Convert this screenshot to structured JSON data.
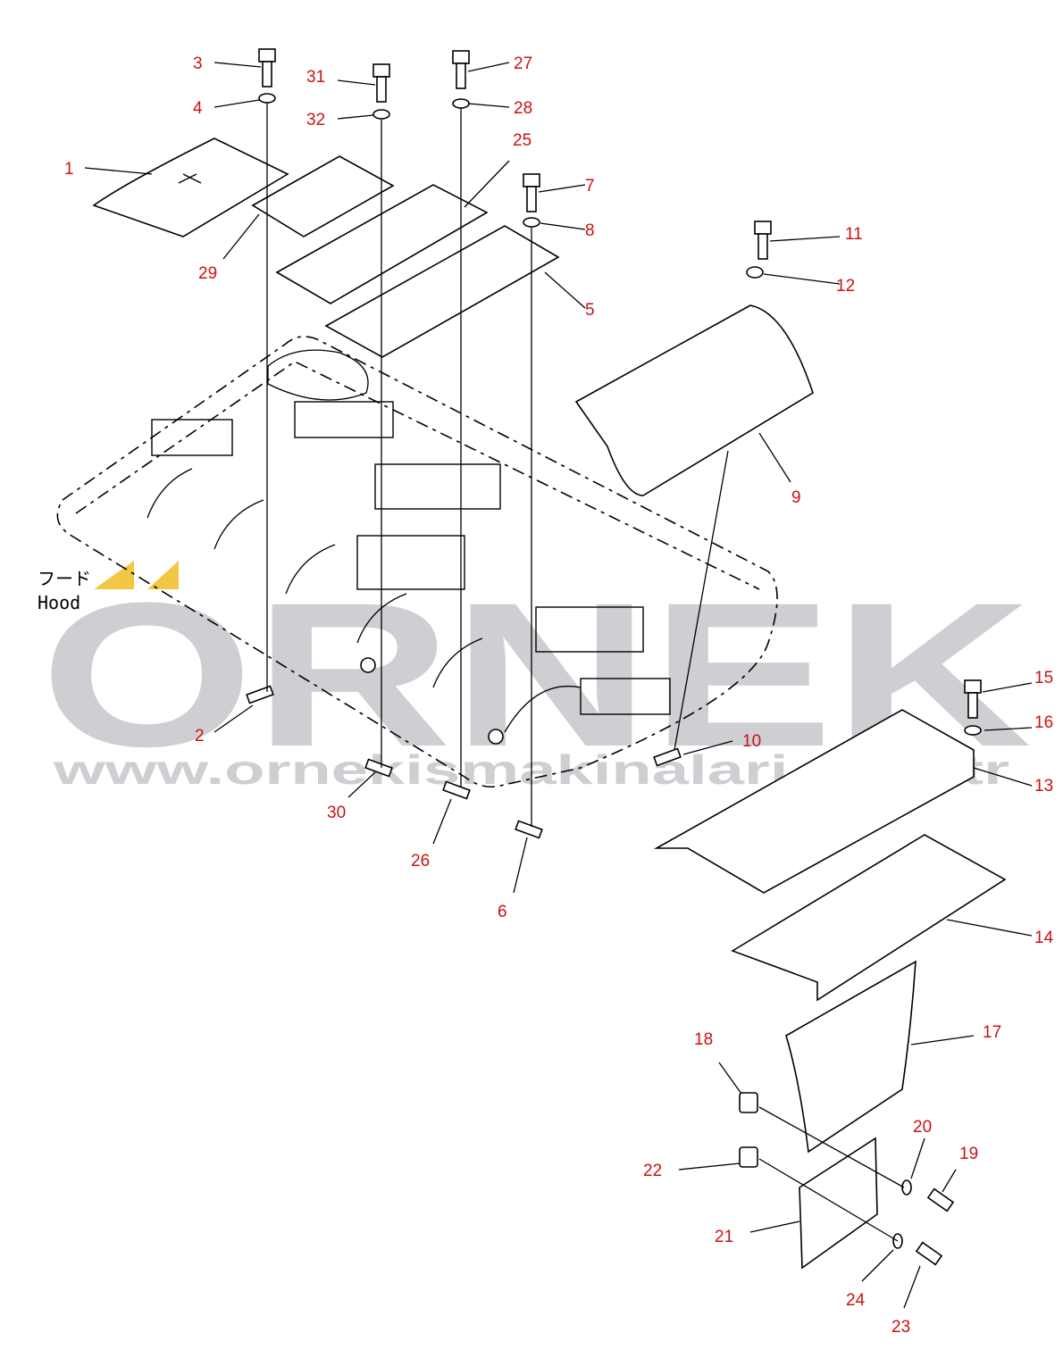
{
  "caption": {
    "jp": "フード",
    "en": "Hood"
  },
  "watermark": {
    "brand": "ORNEK",
    "url": "www.ornekismakinalari.com.tr"
  },
  "colors": {
    "label": "#cc1111",
    "line": "#000000",
    "watermark": "#cfcfd3",
    "accent": "#f2c744"
  },
  "labels": [
    "1",
    "2",
    "3",
    "4",
    "5",
    "6",
    "7",
    "8",
    "9",
    "10",
    "11",
    "12",
    "13",
    "14",
    "15",
    "16",
    "17",
    "18",
    "19",
    "20",
    "21",
    "22",
    "23",
    "24",
    "25",
    "26",
    "27",
    "28",
    "29",
    "30",
    "31",
    "32"
  ]
}
